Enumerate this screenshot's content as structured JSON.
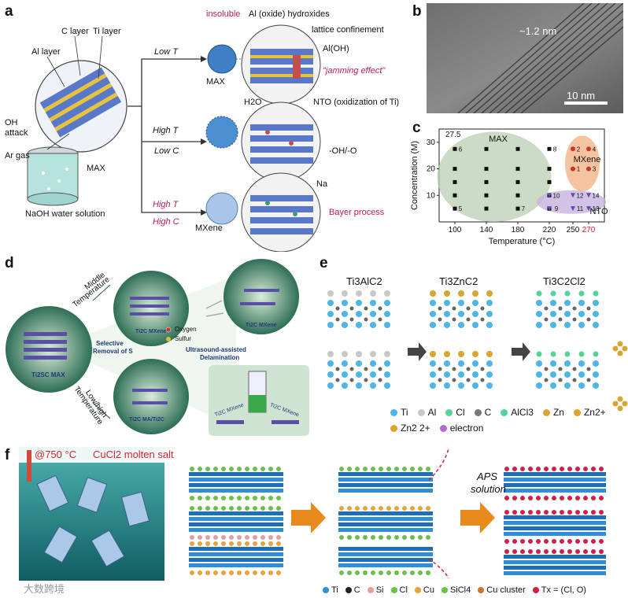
{
  "panels": {
    "a": {
      "letter": "a",
      "labels": {
        "c_layer": "C layer",
        "ti_layer": "Ti layer",
        "al_layer": "Al layer",
        "oh_attack_1": "OH",
        "oh_attack_2": "attack",
        "ar_gas": "Ar gas",
        "max_vessel": "MAX",
        "naoh": "NaOH water solution",
        "low_t": "Low T",
        "high_t": "High T",
        "low_c": "Low C",
        "high_t2": "High T",
        "high_c": "High C",
        "max_sphere": "MAX",
        "mxene_sphere": "MXene",
        "insoluble": "insoluble",
        "al_oxide": "Al (oxide) hydroxides",
        "lattice": "lattice confinement",
        "aloh4": "Al(OH)",
        "jamming": "\"jamming effect\"",
        "h2o": "H2O",
        "nto_ox": "NTO (oxidization of Ti)",
        "oh_o": "-OH/-O",
        "na": "Na",
        "bayer": "Bayer process"
      }
    },
    "b": {
      "letter": "b",
      "spacing": "~1.2 nm",
      "scalebar": "10 nm"
    },
    "c": {
      "letter": "c",
      "region_labels": {
        "max": "MAX",
        "mxene": "MXene",
        "nto": "NTO"
      },
      "annotation": "27.5"
    },
    "d": {
      "letter": "d",
      "labels": {
        "middle_temp_1": "Middle",
        "middle_temp_2": "Temperature",
        "low_high_1": "Low/high",
        "low_high_2": "Temperature",
        "selective_1": "Selective",
        "selective_2": "Removal of S",
        "max_label": "Ti2SC MAX",
        "mxene_top": "Ti2C MXene",
        "mxene_right": "Ti2C MXene",
        "ma_label": "Ti2C MA/Ti2C",
        "oxygen": "Oxygen",
        "sulfur": "Sulfur",
        "ultra_1": "Ultrasound-assisted",
        "ultra_2": "Delamination",
        "vial_left": "Ti2C MXene",
        "vial_right": "Ti2C MXene"
      }
    },
    "e": {
      "letter": "e",
      "stages": [
        "Ti3AlC2",
        "Ti3ZnC2",
        "Ti3C2Cl2"
      ],
      "legend": [
        {
          "sym": "Ti",
          "color": "#4fb6e3"
        },
        {
          "sym": "Al",
          "color": "#c8c8c8"
        },
        {
          "sym": "Cl",
          "color": "#55d19a"
        },
        {
          "sym": "C",
          "color": "#777777"
        },
        {
          "sym": "AlCl3",
          "color": "#55d19a"
        },
        {
          "sym": "Zn",
          "color": "#d9a431"
        },
        {
          "sym": "Zn2+",
          "color": "#d9a431"
        },
        {
          "sym": "Zn2 2+",
          "color": "#d9a431"
        },
        {
          "sym": "electron",
          "color": "#b06ad1"
        }
      ]
    },
    "f": {
      "letter": "f",
      "temp": "@750 °C",
      "salt": "CuCl2 molten salt",
      "aps_1": "APS",
      "aps_2": "solution",
      "legend": [
        {
          "sym": "Ti",
          "color": "#2e8fd8"
        },
        {
          "sym": "C",
          "color": "#222222"
        },
        {
          "sym": "Si",
          "color": "#e0a0a0"
        },
        {
          "sym": "Cl",
          "color": "#6cc04a"
        },
        {
          "sym": "Cu",
          "color": "#e8a33a"
        },
        {
          "sym": "SiCl4",
          "color": "#6cc04a"
        },
        {
          "sym": "Cu cluster",
          "color": "#c8762a"
        },
        {
          "sym": "Tx = (Cl, O)",
          "color": "#d0204a"
        }
      ],
      "watermark": "大数跨境"
    }
  },
  "chart_data": {
    "type": "scatter",
    "title": "",
    "xlabel": "Temperature (°C)",
    "ylabel": "Concentration (M)",
    "x_ticks": [
      100,
      140,
      180,
      220,
      250,
      270
    ],
    "y_ticks": [
      10,
      20,
      30
    ],
    "xlim": [
      80,
      290
    ],
    "ylim": [
      0,
      35
    ],
    "points": [
      {
        "x": 100,
        "y": 27.5,
        "label": "6"
      },
      {
        "x": 140,
        "y": 27.5,
        "label": ""
      },
      {
        "x": 180,
        "y": 27.5,
        "label": ""
      },
      {
        "x": 220,
        "y": 27.5,
        "label": "8"
      },
      {
        "x": 100,
        "y": 20,
        "label": ""
      },
      {
        "x": 140,
        "y": 20,
        "label": ""
      },
      {
        "x": 180,
        "y": 20,
        "label": ""
      },
      {
        "x": 220,
        "y": 20,
        "label": ""
      },
      {
        "x": 100,
        "y": 15,
        "label": ""
      },
      {
        "x": 140,
        "y": 15,
        "label": ""
      },
      {
        "x": 180,
        "y": 15,
        "label": ""
      },
      {
        "x": 220,
        "y": 15,
        "label": ""
      },
      {
        "x": 100,
        "y": 10,
        "label": ""
      },
      {
        "x": 140,
        "y": 10,
        "label": ""
      },
      {
        "x": 180,
        "y": 10,
        "label": ""
      },
      {
        "x": 220,
        "y": 10,
        "label": ""
      },
      {
        "x": 100,
        "y": 5,
        "label": "5"
      },
      {
        "x": 140,
        "y": 5,
        "label": ""
      },
      {
        "x": 180,
        "y": 5,
        "label": "7"
      },
      {
        "x": 220,
        "y": 5,
        "label": ""
      }
    ],
    "mxene_points": [
      {
        "x": 250,
        "y": 27.5,
        "label": "2"
      },
      {
        "x": 270,
        "y": 27.5,
        "label": "4"
      },
      {
        "x": 250,
        "y": 20,
        "label": "1"
      },
      {
        "x": 270,
        "y": 20,
        "label": "3"
      }
    ],
    "nto_points": [
      {
        "x": 220,
        "y": 10,
        "label": "10"
      },
      {
        "x": 250,
        "y": 10,
        "label": "12"
      },
      {
        "x": 270,
        "y": 10,
        "label": "14"
      },
      {
        "x": 220,
        "y": 5,
        "label": "9"
      },
      {
        "x": 250,
        "y": 5,
        "label": "11"
      },
      {
        "x": 270,
        "y": 5,
        "label": "13"
      }
    ]
  }
}
